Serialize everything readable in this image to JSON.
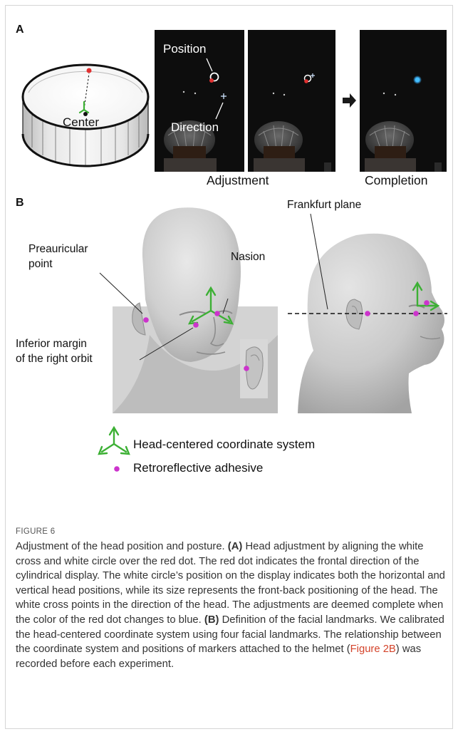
{
  "figure": {
    "panel_a": {
      "letter": "A",
      "cylinder_center_label": "Center",
      "photo_position_label": "Position",
      "photo_direction_label": "Direction",
      "caption_adjustment": "Adjustment",
      "caption_completion": "Completion"
    },
    "panel_b": {
      "letter": "B",
      "preauricular_line1": "Preauricular",
      "preauricular_line2": "point",
      "nasion": "Nasion",
      "inferior_line1": "Inferior margin",
      "inferior_line2": "of the right orbit",
      "frankfurt": "Frankfurt plane"
    },
    "legend": {
      "coordinate_label": "Head-centered coordinate system",
      "adhesive_label": "Retroreflective adhesive"
    },
    "colors": {
      "axis_green": "#3cb034",
      "marker_magenta": "#cc33cc",
      "red_dot": "#e03030",
      "blue_dot": "#3aaaf0"
    }
  },
  "caption": {
    "figure_label": "FIGURE 6",
    "intro": "Adjustment of the head position and posture.",
    "a_tag": "(A)",
    "a_text": "Head adjustment by aligning the white cross and white circle over the red dot. The red dot indicates the frontal direction of the cylindrical display. The white circle’s position on the display indicates both the horizontal and vertical head positions, while its size represents the front-back positioning of the head. The white cross points in the direction of the head. The adjustments are deemed complete when the color of the red dot changes to blue.",
    "b_tag": "(B)",
    "b_text_1": "Definition of the facial landmarks. We calibrated the head-centered coordinate system using four facial landmarks. The relationship between the coordinate system and positions of markers attached to the helmet (",
    "b_link": "Figure 2B",
    "b_text_2": ") was recorded before each experiment."
  }
}
